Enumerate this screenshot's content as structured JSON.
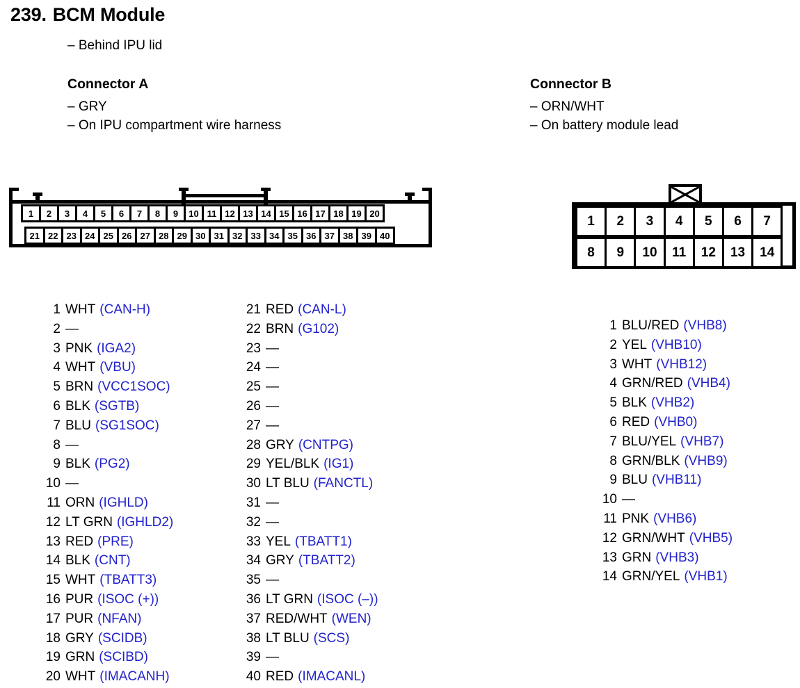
{
  "title": {
    "number": "239.",
    "name": "BCM Module"
  },
  "module_location": "– Behind IPU lid",
  "connector_a": {
    "heading": "Connector A",
    "note_1": "– GRY",
    "note_2": "– On IPU compartment wire harness",
    "diagram": {
      "top_row": [
        "1",
        "2",
        "3",
        "4",
        "5",
        "6",
        "7",
        "8",
        "9",
        "10",
        "11",
        "12",
        "13",
        "14",
        "15",
        "16",
        "17",
        "18",
        "19",
        "20"
      ],
      "bottom_row": [
        "21",
        "22",
        "23",
        "24",
        "25",
        "26",
        "27",
        "28",
        "29",
        "30",
        "31",
        "32",
        "33",
        "34",
        "35",
        "36",
        "37",
        "38",
        "39",
        "40"
      ]
    },
    "pins": [
      {
        "num": "1",
        "color": "WHT",
        "signal": "(CAN-H)"
      },
      {
        "num": "2",
        "color": "—",
        "signal": ""
      },
      {
        "num": "3",
        "color": "PNK",
        "signal": "(IGA2)"
      },
      {
        "num": "4",
        "color": "WHT",
        "signal": "(VBU)"
      },
      {
        "num": "5",
        "color": "BRN",
        "signal": "(VCC1SOC)"
      },
      {
        "num": "6",
        "color": "BLK",
        "signal": "(SGTB)"
      },
      {
        "num": "7",
        "color": "BLU",
        "signal": "(SG1SOC)"
      },
      {
        "num": "8",
        "color": "—",
        "signal": ""
      },
      {
        "num": "9",
        "color": "BLK",
        "signal": "(PG2)"
      },
      {
        "num": "10",
        "color": "—",
        "signal": ""
      },
      {
        "num": "11",
        "color": "ORN",
        "signal": "(IGHLD)"
      },
      {
        "num": "12",
        "color": "LT GRN",
        "signal": "(IGHLD2)"
      },
      {
        "num": "13",
        "color": "RED",
        "signal": "(PRE)"
      },
      {
        "num": "14",
        "color": "BLK",
        "signal": "(CNT)"
      },
      {
        "num": "15",
        "color": "WHT",
        "signal": "(TBATT3)"
      },
      {
        "num": "16",
        "color": "PUR",
        "signal": "(ISOC (+))"
      },
      {
        "num": "17",
        "color": "PUR",
        "signal": "(NFAN)"
      },
      {
        "num": "18",
        "color": "GRY",
        "signal": "(SCIDB)"
      },
      {
        "num": "19",
        "color": "GRN",
        "signal": "(SCIBD)"
      },
      {
        "num": "20",
        "color": "WHT",
        "signal": "(IMACANH)"
      },
      {
        "num": "21",
        "color": "RED",
        "signal": "(CAN-L)"
      },
      {
        "num": "22",
        "color": "BRN",
        "signal": "(G102)"
      },
      {
        "num": "23",
        "color": "—",
        "signal": ""
      },
      {
        "num": "24",
        "color": "—",
        "signal": ""
      },
      {
        "num": "25",
        "color": "—",
        "signal": ""
      },
      {
        "num": "26",
        "color": "—",
        "signal": ""
      },
      {
        "num": "27",
        "color": "—",
        "signal": ""
      },
      {
        "num": "28",
        "color": "GRY",
        "signal": "(CNTPG)"
      },
      {
        "num": "29",
        "color": "YEL/BLK",
        "signal": "(IG1)"
      },
      {
        "num": "30",
        "color": "LT BLU",
        "signal": "(FANCTL)"
      },
      {
        "num": "31",
        "color": "—",
        "signal": ""
      },
      {
        "num": "32",
        "color": "—",
        "signal": ""
      },
      {
        "num": "33",
        "color": "YEL",
        "signal": "(TBATT1)"
      },
      {
        "num": "34",
        "color": "GRY",
        "signal": "(TBATT2)"
      },
      {
        "num": "35",
        "color": "—",
        "signal": ""
      },
      {
        "num": "36",
        "color": "LT GRN",
        "signal": "(ISOC (–))"
      },
      {
        "num": "37",
        "color": "RED/WHT",
        "signal": "(WEN)"
      },
      {
        "num": "38",
        "color": "LT BLU",
        "signal": "(SCS)"
      },
      {
        "num": "39",
        "color": "—",
        "signal": ""
      },
      {
        "num": "40",
        "color": "RED",
        "signal": "(IMACANL)"
      }
    ]
  },
  "connector_b": {
    "heading": "Connector B",
    "note_1": "– ORN/WHT",
    "note_2": "– On battery module lead",
    "diagram": {
      "top_row": [
        "1",
        "2",
        "3",
        "4",
        "5",
        "6",
        "7"
      ],
      "bottom_row": [
        "8",
        "9",
        "10",
        "11",
        "12",
        "13",
        "14"
      ]
    },
    "pins": [
      {
        "num": "1",
        "color": "BLU/RED",
        "signal": "(VHB8)"
      },
      {
        "num": "2",
        "color": "YEL",
        "signal": "(VHB10)"
      },
      {
        "num": "3",
        "color": "WHT",
        "signal": "(VHB12)"
      },
      {
        "num": "4",
        "color": "GRN/RED",
        "signal": "(VHB4)"
      },
      {
        "num": "5",
        "color": "BLK",
        "signal": "(VHB2)"
      },
      {
        "num": "6",
        "color": "RED",
        "signal": "(VHB0)"
      },
      {
        "num": "7",
        "color": "BLU/YEL",
        "signal": "(VHB7)"
      },
      {
        "num": "8",
        "color": "GRN/BLK",
        "signal": "(VHB9)"
      },
      {
        "num": "9",
        "color": "BLU",
        "signal": "(VHB11)"
      },
      {
        "num": "10",
        "color": "—",
        "signal": ""
      },
      {
        "num": "11",
        "color": "PNK",
        "signal": "(VHB6)"
      },
      {
        "num": "12",
        "color": "GRN/WHT",
        "signal": "(VHB5)"
      },
      {
        "num": "13",
        "color": "GRN",
        "signal": "(VHB3)"
      },
      {
        "num": "14",
        "color": "GRN/YEL",
        "signal": "(VHB1)"
      }
    ]
  },
  "colors": {
    "signal_blue": "#2222cc",
    "ink": "#000000",
    "paper": "#ffffff"
  }
}
